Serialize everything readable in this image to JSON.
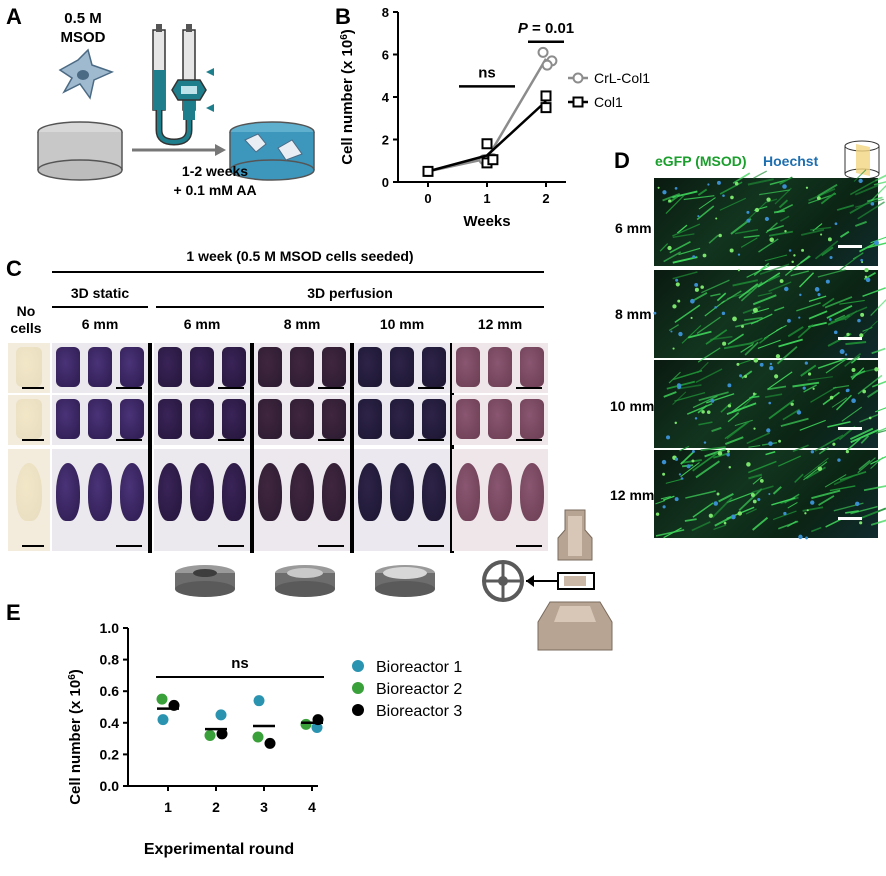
{
  "panels": {
    "a": "A",
    "b": "B",
    "c": "C",
    "d": "D",
    "e": "E"
  },
  "panel_a": {
    "cells_label_line1": "0.5 M",
    "cells_label_line2": "MSOD",
    "arrow_label_line1": "1-2 weeks",
    "arrow_label_line2": "+ 0.1 mM AA"
  },
  "panel_c": {
    "header_main": "1 week (0.5 M MSOD cells seeded)",
    "no_cells_label_line1": "No",
    "no_cells_label_line2": "cells",
    "group_static": "3D static",
    "group_perfusion": "3D perfusion",
    "columns": [
      "6 mm",
      "6 mm",
      "8 mm",
      "10 mm",
      "12 mm"
    ]
  },
  "panel_d": {
    "stain_green": "eGFP (MSOD)",
    "stain_blue": "Hoechst",
    "rows": [
      "6 mm",
      "8 mm",
      "10 mm",
      "12 mm"
    ]
  },
  "colors": {
    "gray_series": "#8c8c8c",
    "black_series": "#000000",
    "bioreactor1": "#2a93b0",
    "bioreactor2": "#3aa03a",
    "bioreactor3": "#000000",
    "stain_green": "#1a9e2c",
    "stain_blue": "#1e6fb0"
  },
  "chart_data": [
    {
      "type": "scatter",
      "panel": "B",
      "xlabel": "Weeks",
      "ylabel": "Cell number (x 10^6)",
      "x_ticks": [
        "0",
        "1",
        "2"
      ],
      "y_ticks": [
        "0",
        "2",
        "4",
        "6",
        "8"
      ],
      "ylim": [
        0,
        8
      ],
      "legend_position": "right",
      "annotations": [
        "ns",
        "P = 0.01"
      ],
      "series": [
        {
          "name": "CrL-Col1",
          "marker": "circle",
          "points": [
            [
              0,
              0.5
            ],
            [
              0.95,
              1.05
            ],
            [
              1.1,
              1.1
            ],
            [
              1.95,
              6.1
            ],
            [
              2.1,
              5.7
            ],
            [
              2.02,
              5.5
            ]
          ],
          "line": [
            [
              0,
              0.5
            ],
            [
              1,
              1.1
            ],
            [
              2,
              5.8
            ]
          ]
        },
        {
          "name": "Col1",
          "marker": "square",
          "points": [
            [
              0,
              0.5
            ],
            [
              1,
              1.8
            ],
            [
              1,
              0.9
            ],
            [
              1.1,
              1.05
            ],
            [
              2,
              4.05
            ],
            [
              2,
              3.5
            ]
          ],
          "line": [
            [
              0,
              0.5
            ],
            [
              1,
              1.25
            ],
            [
              2,
              3.8
            ]
          ]
        }
      ]
    },
    {
      "type": "scatter",
      "panel": "E",
      "xlabel": "Experimental round",
      "ylabel": "Cell number (x 10^6)",
      "x_ticks": [
        "1",
        "2",
        "3",
        "4"
      ],
      "y_ticks": [
        "0.0",
        "0.2",
        "0.4",
        "0.6",
        "0.8",
        "1.0"
      ],
      "ylim": [
        0,
        1.0
      ],
      "legend_position": "right",
      "annotations": [
        "ns"
      ],
      "series": [
        {
          "name": "Bioreactor 1",
          "values": [
            [
              1,
              0.42
            ],
            [
              2,
              0.45
            ],
            [
              3,
              0.54
            ],
            [
              4,
              0.37
            ]
          ]
        },
        {
          "name": "Bioreactor 2",
          "values": [
            [
              1,
              0.55
            ],
            [
              2,
              0.32
            ],
            [
              3,
              0.31
            ],
            [
              4,
              0.39
            ]
          ]
        },
        {
          "name": "Bioreactor 3",
          "values": [
            [
              1,
              0.51
            ],
            [
              2,
              0.33
            ],
            [
              3,
              0.27
            ],
            [
              4,
              0.42
            ]
          ]
        }
      ],
      "means": [
        0.49,
        0.36,
        0.38,
        0.4
      ]
    }
  ]
}
